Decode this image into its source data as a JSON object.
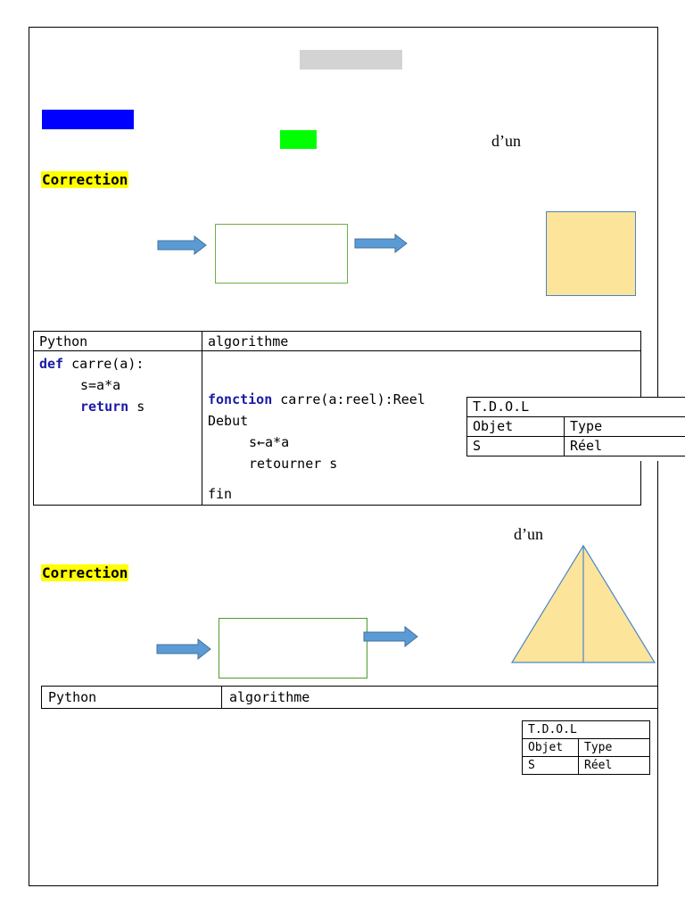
{
  "colors": {
    "redacted_gray": "#d3d3d3",
    "redacted_blue": "#0000ff",
    "redacted_green": "#00ff00",
    "highlight": "#ffff00",
    "shape_fill": "#fde49b",
    "shape_stroke": "#4a86c8",
    "box_stroke": "#70ad47",
    "arrow_fill": "#5b9bd5",
    "keyword": "#1a1aa6"
  },
  "section1": {
    "partial_title": "d’un",
    "correction_label": "Correction",
    "shape_icon": "square-shape",
    "code_table": {
      "headers": [
        "Python",
        "algorithme"
      ],
      "python": {
        "kw_def": "def",
        "def_rest": " carre(a):",
        "line2": "s=a*a",
        "kw_return": "return",
        "return_rest": " s"
      },
      "algo": {
        "kw_fonction": "fonction",
        "fonction_rest": " carre(a:reel):Reel",
        "debut": "Debut",
        "assign": "s←a*a",
        "retourner": "retourner s",
        "fin": "fin"
      }
    },
    "tdol": {
      "title": "T.D.O.L",
      "headers": [
        "Objet",
        "Type"
      ],
      "rows": [
        [
          "S",
          "Réel"
        ]
      ]
    }
  },
  "section2": {
    "partial_title": "d’un",
    "correction_label": "Correction",
    "shape_icon": "triangle-shape",
    "code_table": {
      "headers": [
        "Python",
        "algorithme"
      ]
    },
    "tdol": {
      "title": "T.D.O.L",
      "headers": [
        "Objet",
        "Type"
      ],
      "rows": [
        [
          "S",
          "Réel"
        ]
      ]
    }
  }
}
